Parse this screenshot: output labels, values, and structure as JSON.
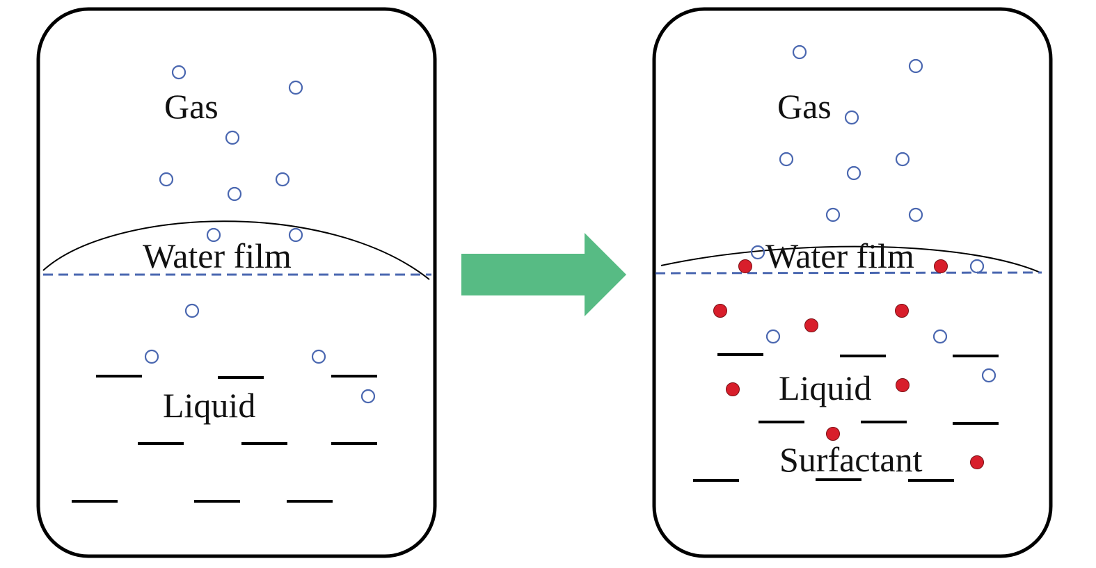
{
  "left_panel": {
    "gas_label": "Gas",
    "film_label": "Water film",
    "liquid_label": "Liquid"
  },
  "right_panel": {
    "gas_label": "Gas",
    "film_label": "Water film",
    "liquid_label": "Liquid",
    "surfactant_label": "Surfactant"
  },
  "colors": {
    "gas_bubble": "#4a67b0",
    "waterline": "#4a67b0",
    "surfactant": "#d81e2b",
    "arrow": "#57bb84",
    "frame": "#000000"
  },
  "icons": {
    "gas_bubble": "hollow-circle",
    "surfactant_particle": "filled-red-circle",
    "liquid_molecule": "short-dash",
    "transition_arrow": "right-arrow"
  }
}
